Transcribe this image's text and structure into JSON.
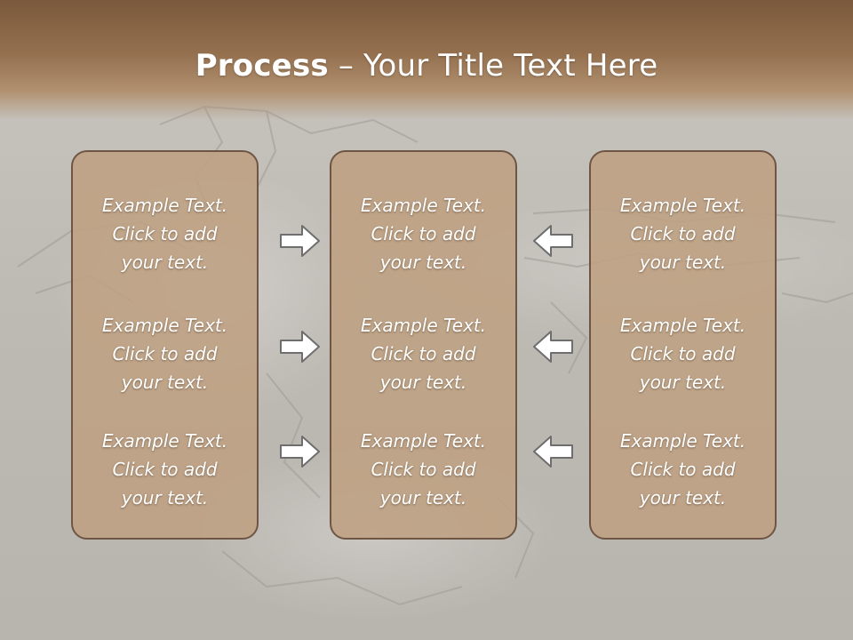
{
  "title": {
    "bold": "Process",
    "rest": " – Your Title Text Here"
  },
  "columns": [
    {
      "items": [
        {
          "line1": "Example Text.",
          "line2": "Click  to add",
          "line3": "your text."
        },
        {
          "line1": "Example Text.",
          "line2": "Click  to add",
          "line3": "your text."
        },
        {
          "line1": "Example Text.",
          "line2": "Click  to add",
          "line3": "your text."
        }
      ]
    },
    {
      "items": [
        {
          "line1": "Example Text.",
          "line2": "Click  to add",
          "line3": "your text."
        },
        {
          "line1": "Example Text.",
          "line2": "Click  to add",
          "line3": "your text."
        },
        {
          "line1": "Example Text.",
          "line2": "Click  to add",
          "line3": "your text."
        }
      ]
    },
    {
      "items": [
        {
          "line1": "Example Text.",
          "line2": "Click  to add",
          "line3": "your text."
        },
        {
          "line1": "Example Text.",
          "line2": "Click  to add",
          "line3": "your text."
        },
        {
          "line1": "Example Text.",
          "line2": "Click  to add",
          "line3": "your text."
        }
      ]
    }
  ],
  "arrows": {
    "left_group": "arrow-right-icon",
    "right_group": "arrow-left-icon"
  },
  "colors": {
    "title_bar": "#7a5a3c",
    "box_fill": "#bea082",
    "box_border": "#6f5644",
    "arrow_stroke": "#6e6e6e",
    "arrow_fill": "#ffffff"
  }
}
